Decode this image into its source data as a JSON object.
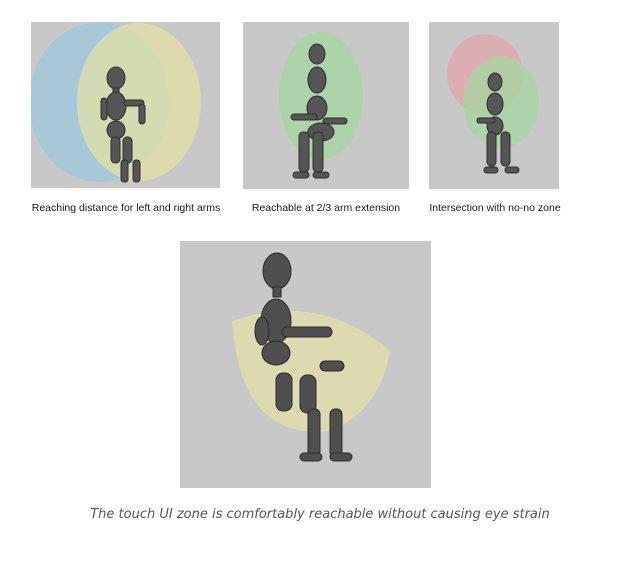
{
  "panels": [
    {
      "caption": "Reaching distance for left and right arms",
      "zone": "left-and-right-reach",
      "colors": [
        "#9fc8dc",
        "#e6e3a2"
      ]
    },
    {
      "caption": "Reachable at 2/3 arm extension",
      "zone": "two-thirds-reach",
      "colors": [
        "#a6d6a2"
      ]
    },
    {
      "caption": "Intersection with no-no zone",
      "zone": "no-no-intersection",
      "colors": [
        "#e3a6ad",
        "#a6d6a2"
      ]
    },
    {
      "caption": "",
      "zone": "touch-ui-zone",
      "colors": [
        "#e8e3a6"
      ]
    }
  ],
  "bottom_caption": "The touch UI zone is comfortably reachable without causing eye strain"
}
